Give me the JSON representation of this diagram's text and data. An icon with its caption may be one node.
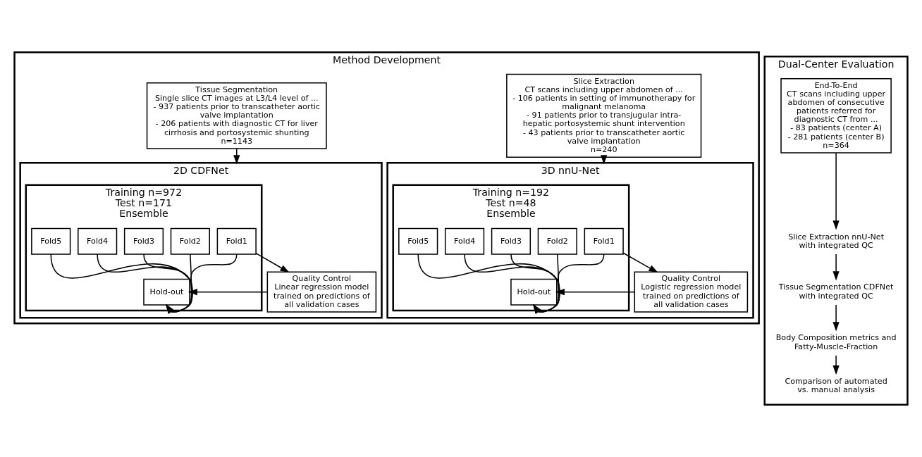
{
  "diagram": {
    "nodes": [
      {
        "text": [
          "Method Development"
        ]
      },
      {
        "text": [
          "Dual-Center Evaluation"
        ]
      },
      {
        "text": [
          "Slice Extraction",
          "CT scans including upper abdomen of ...",
          "- 106 patients in setting of immunotherapy for malignant melanoma",
          "- 91 patients prior to transjugular intra-hepatic portosystemic shunt intervention",
          "- 43 patients prior to transcatheter aortic valve implantation",
          "n=240"
        ],
        "in": 0
      },
      {
        "text": [
          "Tissue Segmentation",
          "Single slice CT images at L3/L4 level of ...",
          "- 937 patients prior to transcatheter aortic valve implantation",
          "- 206 patients with diagnostic CT for liver cirrhosis and portosystemic shunting",
          "n=1143"
        ],
        "in": 0
      },
      {
        "text": [
          "3D nnU-Net"
        ],
        "in": 0
      },
      {
        "text": [
          "Training n=192",
          "Test n=48",
          "Ensemble"
        ],
        "in": 4
      },
      {
        "text": [
          "Fold1"
        ],
        "in": 5
      },
      {
        "text": [
          "Fold2"
        ],
        "in": 5
      },
      {
        "text": [
          "Fold3"
        ],
        "in": 5
      },
      {
        "text": [
          "Fold4"
        ],
        "in": 5
      },
      {
        "text": [
          "Fold5"
        ],
        "in": 5
      },
      {
        "text": [
          "Hold-out"
        ],
        "in": 5
      },
      {
        "text": [
          "Quality Control",
          "Logistic regression model trained on predictions of all validation cases"
        ],
        "in": 4
      },
      {
        "text": [
          "2D CDFNet"
        ],
        "in": 0
      },
      {
        "text": [
          "Training n=972",
          "Test n=171",
          "Ensemble"
        ],
        "in": 13
      },
      {
        "text": [
          "Fold1"
        ],
        "in": 14
      },
      {
        "text": [
          "Fold2"
        ],
        "in": 14
      },
      {
        "text": [
          "Fold3"
        ],
        "in": 14
      },
      {
        "text": [
          "Fold4"
        ],
        "in": 14
      },
      {
        "text": [
          "Fold5"
        ],
        "in": 14
      },
      {
        "text": [
          "Hold-out"
        ],
        "in": 14
      },
      {
        "text": [
          "Quality Control",
          "Linear regression model trained on predictions of all validation cases"
        ],
        "in": 13
      },
      {
        "text": [
          "End-To-End",
          "CT scans including upper abdomen of consecutive patients referred for diagnostic CT from ...",
          "- 83 patients (center A)",
          "- 281 patients (center B)",
          "n=364"
        ],
        "in": 1
      },
      {
        "text": [
          "Slice Extraction nnU-Net with integrated QC"
        ],
        "in": 1
      },
      {
        "text": [
          "Tissue Segmentation CDFNet with integrated QC"
        ],
        "in": 1
      },
      {
        "text": [
          "Body Composition metrics and Fatty-Muscle-Fraction"
        ],
        "in": 1
      },
      {
        "text": [
          "Comparison of automated vs. manual analysis"
        ],
        "in": 1
      }
    ],
    "edges": [
      {
        "from": 2,
        "to": 4,
        "arrow": "to"
      },
      {
        "from": 3,
        "to": 13,
        "arrow": "to"
      },
      {
        "from": 6,
        "to": 11,
        "arrow": "to"
      },
      {
        "from": 7,
        "to": 11,
        "arrow": "to"
      },
      {
        "from": 8,
        "to": 11,
        "arrow": "to"
      },
      {
        "from": 9,
        "to": 11,
        "arrow": "to"
      },
      {
        "from": 10,
        "to": 11,
        "arrow": "to"
      },
      {
        "from": 6,
        "to": 12,
        "arrow": "to"
      },
      {
        "from": 12,
        "to": 11,
        "arrow": "to"
      },
      {
        "from": 15,
        "to": 20,
        "arrow": "to"
      },
      {
        "from": 16,
        "to": 20,
        "arrow": "to"
      },
      {
        "from": 17,
        "to": 20,
        "arrow": "to"
      },
      {
        "from": 18,
        "to": 20,
        "arrow": "to"
      },
      {
        "from": 19,
        "to": 20,
        "arrow": "to"
      },
      {
        "from": 15,
        "to": 21,
        "arrow": "to"
      },
      {
        "from": 21,
        "to": 20,
        "arrow": "to"
      },
      {
        "from": 22,
        "to": 23,
        "arrow": "to"
      },
      {
        "from": 23,
        "to": 24,
        "arrow": "to"
      },
      {
        "from": 24,
        "to": 25,
        "arrow": "to"
      },
      {
        "from": 25,
        "to": 26,
        "arrow": "to"
      }
    ]
  }
}
